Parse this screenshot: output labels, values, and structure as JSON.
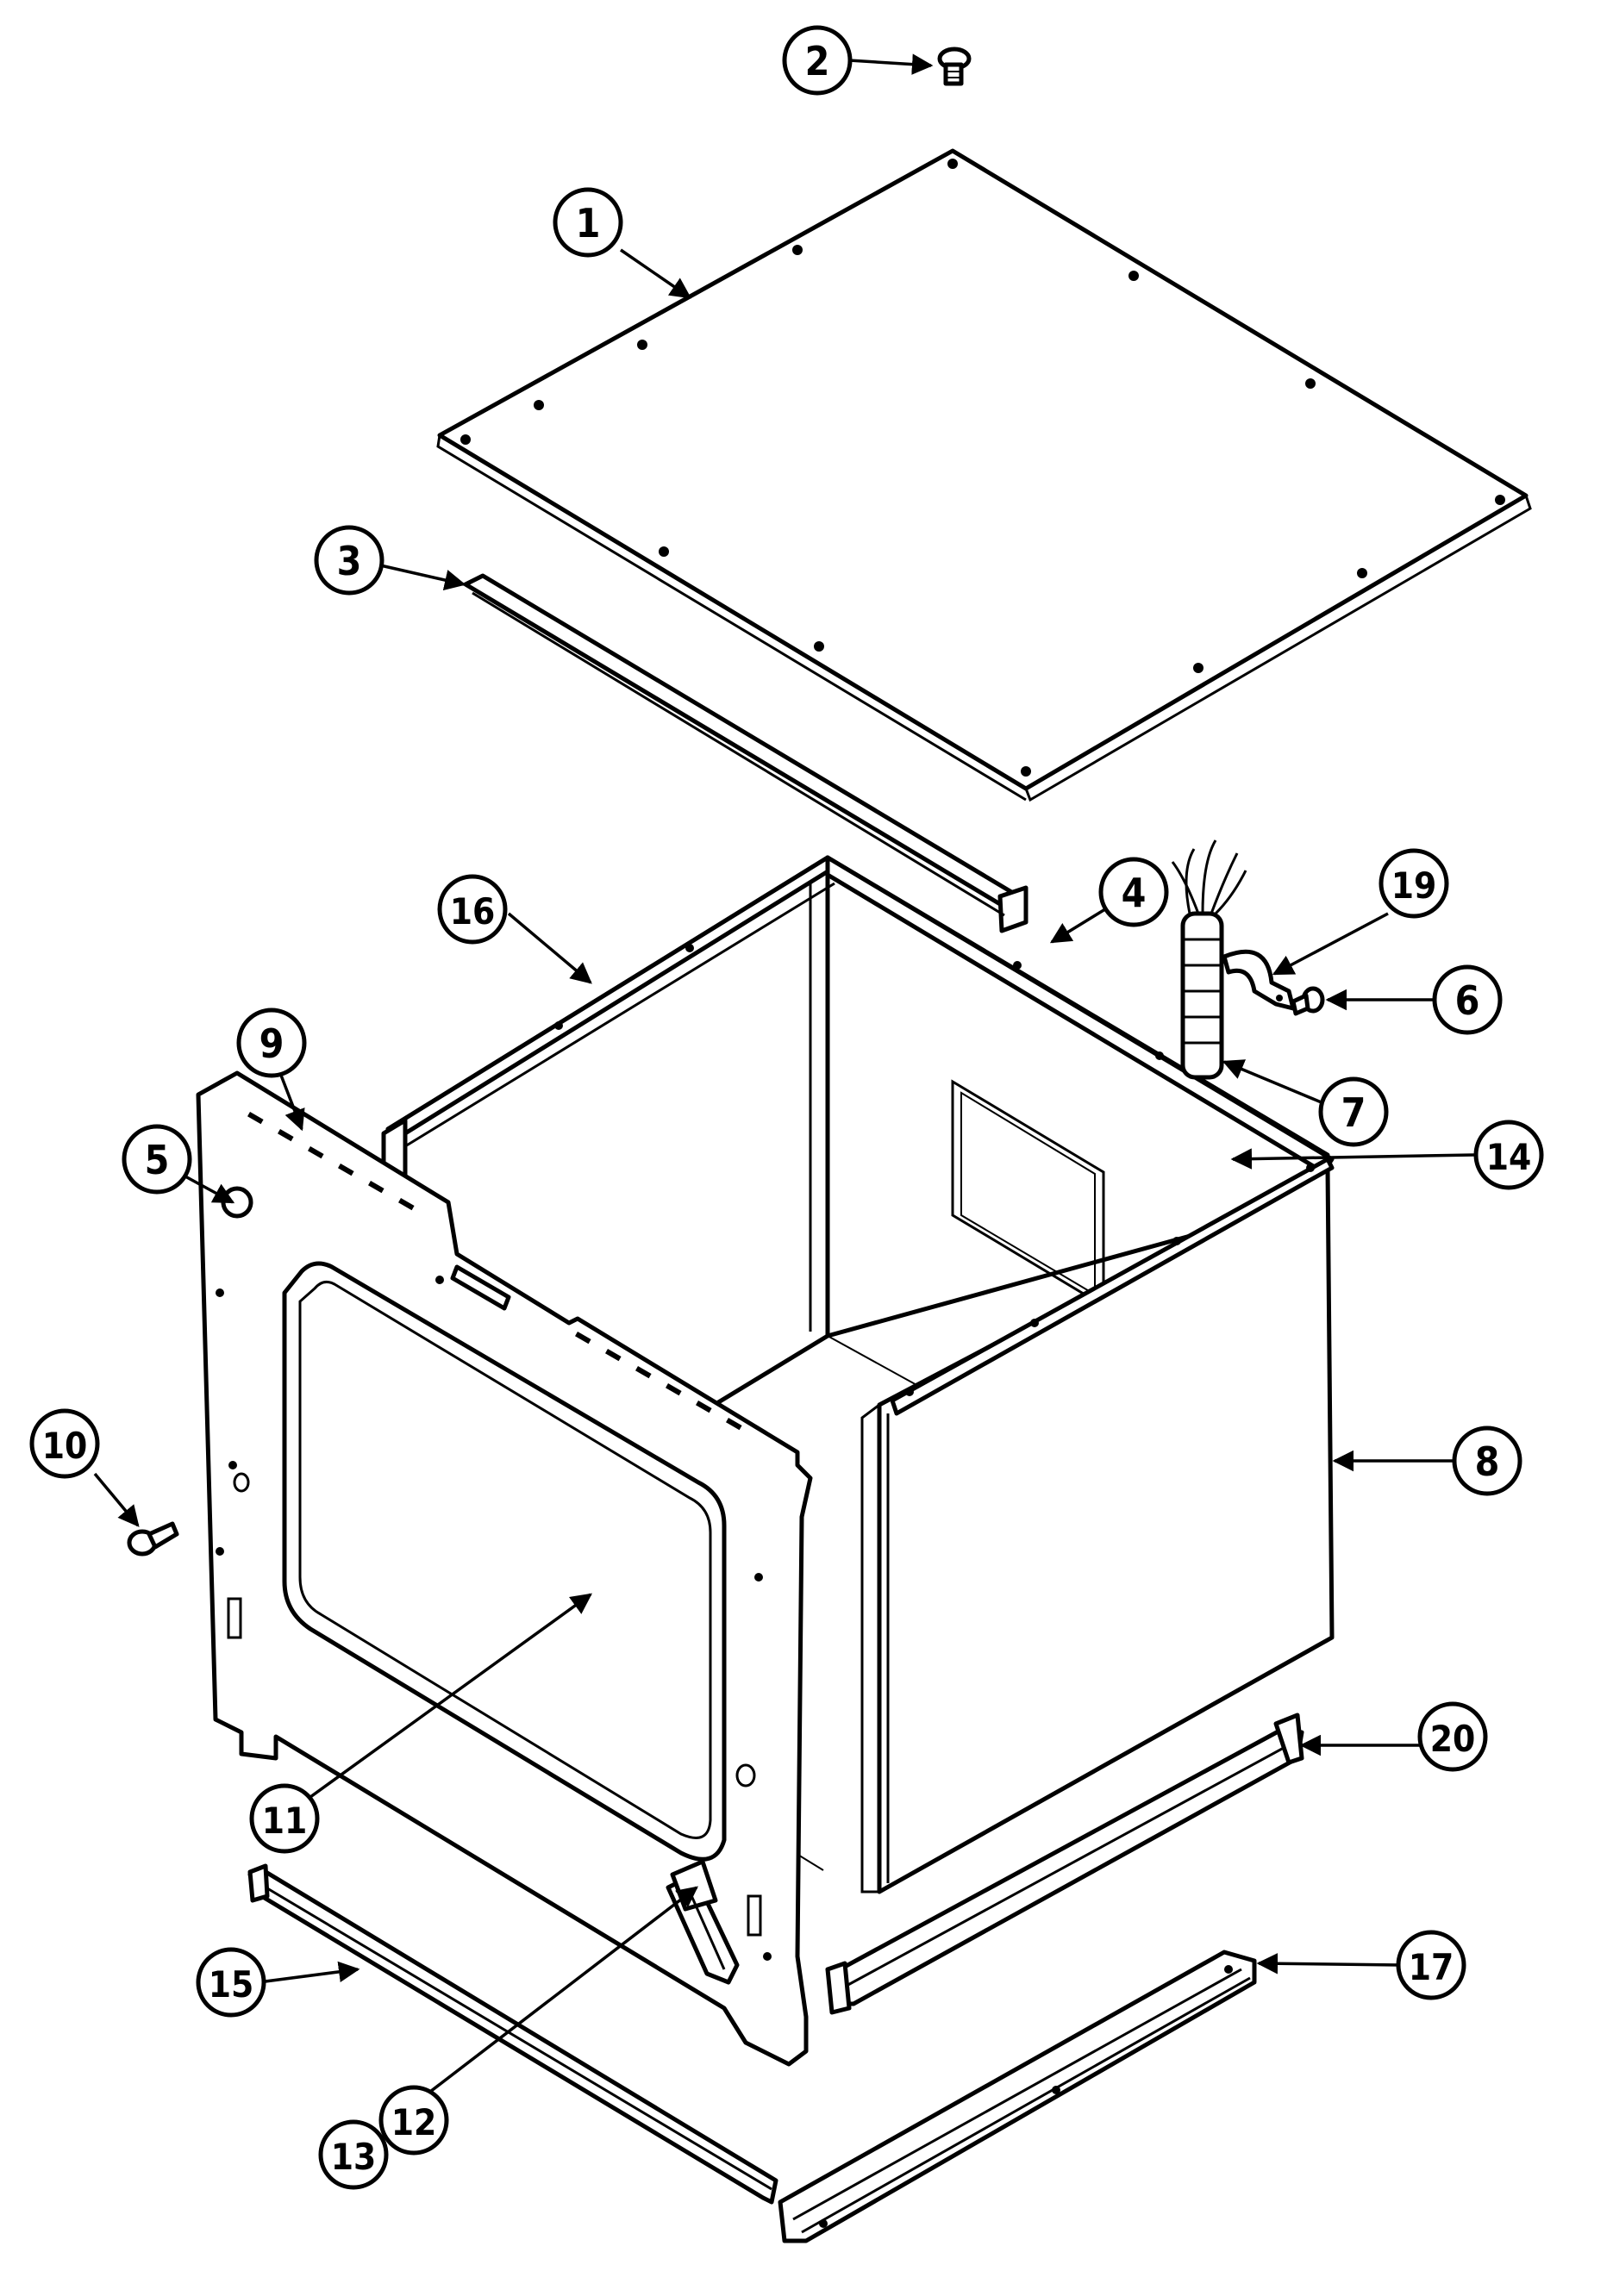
{
  "callouts": [
    {
      "id": "1",
      "label": "1"
    },
    {
      "id": "2",
      "label": "2"
    },
    {
      "id": "3",
      "label": "3"
    },
    {
      "id": "4",
      "label": "4"
    },
    {
      "id": "5",
      "label": "5"
    },
    {
      "id": "6",
      "label": "6"
    },
    {
      "id": "7",
      "label": "7"
    },
    {
      "id": "8",
      "label": "8"
    },
    {
      "id": "9",
      "label": "9"
    },
    {
      "id": "10",
      "label": "10"
    },
    {
      "id": "11",
      "label": "11"
    },
    {
      "id": "12",
      "label": "12"
    },
    {
      "id": "13",
      "label": "13"
    },
    {
      "id": "14",
      "label": "14"
    },
    {
      "id": "15",
      "label": "15"
    },
    {
      "id": "16",
      "label": "16"
    },
    {
      "id": "17",
      "label": "17"
    },
    {
      "id": "19",
      "label": "19"
    },
    {
      "id": "20",
      "label": "20"
    }
  ],
  "colors": {
    "ink": "#000000",
    "paper": "#ffffff"
  }
}
